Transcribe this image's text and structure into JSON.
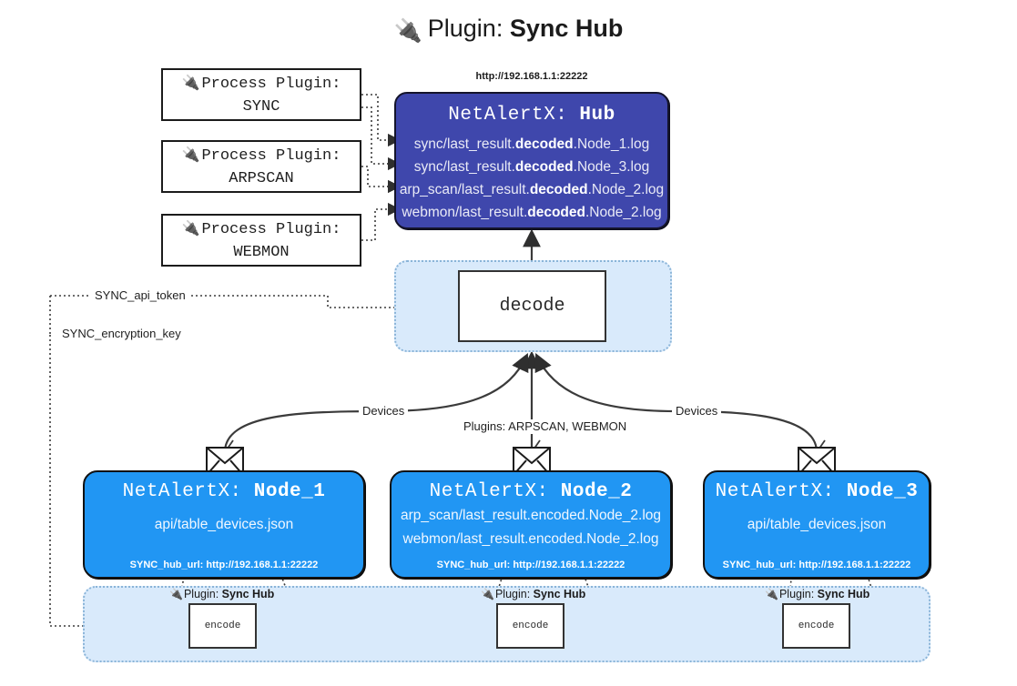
{
  "title": {
    "icon": "plug-icon",
    "prefix": "Plugin: ",
    "name": "Sync Hub"
  },
  "process_plugins": [
    {
      "icon": "plug-icon",
      "line1": "Process Plugin:",
      "line2": "SYNC"
    },
    {
      "icon": "plug-icon",
      "line1": "Process Plugin:",
      "line2": "ARPSCAN"
    },
    {
      "icon": "plug-icon",
      "line1": "Process Plugin:",
      "line2": "WEBMON"
    }
  ],
  "hub": {
    "url": "http://192.168.1.1:22222",
    "title_prefix": "NetAlertX: ",
    "title_name": "Hub",
    "logs": [
      {
        "pre": "sync/last_result.",
        "strong": "decoded",
        "post": ".Node_1.log"
      },
      {
        "pre": "sync/last_result.",
        "strong": "decoded",
        "post": ".Node_3.log"
      },
      {
        "pre": "arp_scan/last_result.",
        "strong": "decoded",
        "post": ".Node_2.log"
      },
      {
        "pre": "webmon/last_result.",
        "strong": "decoded",
        "post": ".Node_2.log"
      }
    ]
  },
  "decode": {
    "label": "decode"
  },
  "secrets": [
    {
      "label": "SYNC_api_token"
    },
    {
      "label": "SYNC_encryption_key"
    }
  ],
  "edge_labels": {
    "devices_left": "Devices",
    "devices_right": "Devices",
    "plugins_center": "Plugins: ARPSCAN, WEBMON"
  },
  "nodes": [
    {
      "icon": "envelope-icon",
      "title_prefix": "NetAlertX: ",
      "title_name": "Node_1",
      "lines": [
        {
          "pre": "api/table_devices.json",
          "strong": "",
          "post": ""
        }
      ],
      "footer": "SYNC_hub_url: http://192.168.1.1:22222"
    },
    {
      "icon": "envelope-icon",
      "title_prefix": "NetAlertX: ",
      "title_name": "Node_2",
      "lines": [
        {
          "pre": "arp_scan/last_result.encoded.Node_2.log",
          "strong": "",
          "post": ""
        },
        {
          "pre": "webmon/last_result.encoded.Node_2.log",
          "strong": "",
          "post": ""
        }
      ],
      "footer": "SYNC_hub_url: http://192.168.1.1:22222"
    },
    {
      "icon": "envelope-icon",
      "title_prefix": "NetAlertX: ",
      "title_name": "Node_3",
      "lines": [
        {
          "pre": "api/table_devices.json",
          "strong": "",
          "post": ""
        }
      ],
      "footer": "SYNC_hub_url: http://192.168.1.1:22222"
    }
  ],
  "encoders": [
    {
      "caption_icon": "plug-icon",
      "caption_prefix": "Plugin: ",
      "caption_name": "Sync Hub",
      "label": "encode"
    },
    {
      "caption_icon": "plug-icon",
      "caption_prefix": "Plugin: ",
      "caption_name": "Sync Hub",
      "label": "encode"
    },
    {
      "caption_icon": "plug-icon",
      "caption_prefix": "Plugin: ",
      "caption_name": "Sync Hub",
      "label": "encode"
    }
  ],
  "colors": {
    "hub_fill": "#3f47ac",
    "node_fill": "#2196f3",
    "container_fill": "#d9eafb",
    "container_border": "#8ab4d8",
    "line": "#3b3b3b"
  }
}
